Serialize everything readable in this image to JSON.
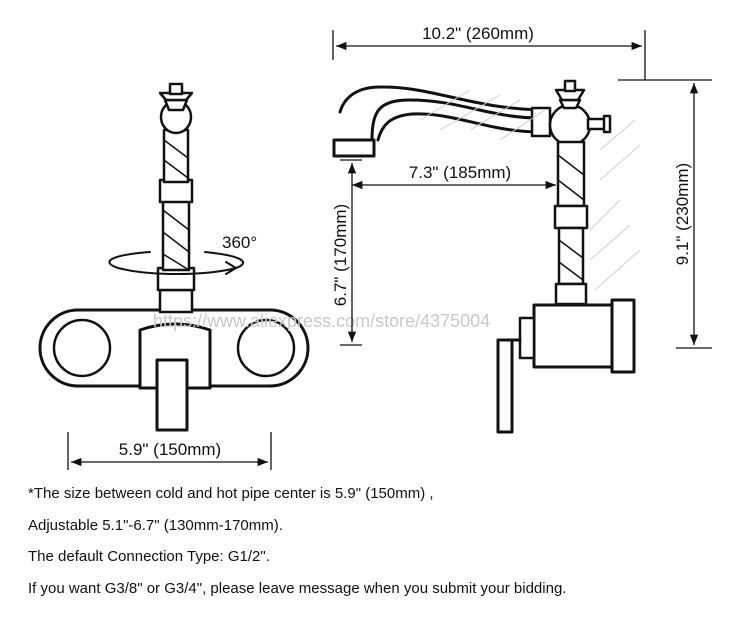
{
  "dimensions": {
    "overall_width": "10.2\" (260mm)",
    "reach": "7.3\" (185mm)",
    "total_height": "9.1\" (230mm)",
    "spout_height": "6.7\" (170mm)",
    "pipe_center": "5.9\" (150mm)",
    "rotation": "360°"
  },
  "watermark": "https://www.aliexpress.com/store/4375004",
  "notes": [
    "*The size between cold and hot pipe center is 5.9\" (150mm) ,",
    "Adjustable 5.1\"-6.7\" (130mm-170mm).",
    "The default Connection Type: G1/2\".",
    "If you want G3/8\" or G3/4\", please leave message when you submit your bidding."
  ]
}
